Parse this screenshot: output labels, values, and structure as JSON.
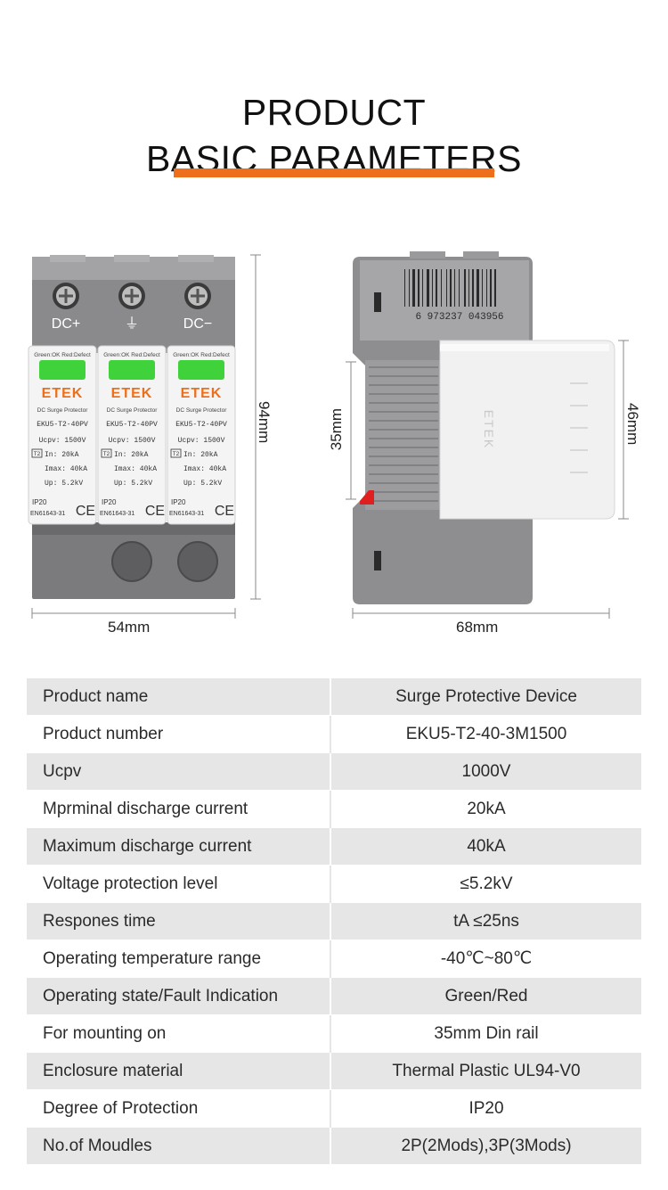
{
  "header": {
    "title_line1": "PRODUCT",
    "title_line2": "BASIC PARAMETERS",
    "accent_color": "#ee6f1b"
  },
  "front_view": {
    "terminal_labels": [
      "DC+",
      "⏚",
      "DC−"
    ],
    "module": {
      "status": "Green:OK  Red:Defect",
      "brand": "ETEK",
      "type": "DC Surge Protector",
      "model": "EKU5-T2-40PV",
      "ucpv": "Ucpv: 1500V",
      "class": "T2",
      "in": "In:    20kA",
      "imax": "Imax:  40kA",
      "up": "Up:   5.2kV",
      "ip": "IP20",
      "std": "EN61643-31",
      "ce": "CE"
    },
    "height_label": "94mm",
    "width_label": "54mm"
  },
  "side_view": {
    "barcode_number": "6 973237 043956",
    "logo": "ETEK",
    "rail_label": "35mm",
    "height_label": "46mm",
    "width_label": "68mm"
  },
  "parameters": [
    {
      "name": "Product name",
      "value": "Surge Protective Device"
    },
    {
      "name": "Product number",
      "value": "EKU5-T2-40-3M1500"
    },
    {
      "name": "Ucpv",
      "value": "1000V"
    },
    {
      "name": "Mprminal discharge current",
      "value": "20kA"
    },
    {
      "name": "Maximum discharge current",
      "value": "40kA"
    },
    {
      "name": "Voltage protection level",
      "value": "≤5.2kV"
    },
    {
      "name": "Respones time",
      "value": "tA ≤25ns"
    },
    {
      "name": "Operating temperature range",
      "value": "-40℃~80℃"
    },
    {
      "name": "Operating state/Fault Indication",
      "value": "Green/Red"
    },
    {
      "name": "For mounting on",
      "value": "35mm Din rail"
    },
    {
      "name": "Enclosure material",
      "value": "Thermal Plastic UL94-V0"
    },
    {
      "name": "Degree of Protection",
      "value": "IP20"
    },
    {
      "name": "No.of Moudles",
      "value": "2P(2Mods),3P(3Mods)"
    }
  ]
}
